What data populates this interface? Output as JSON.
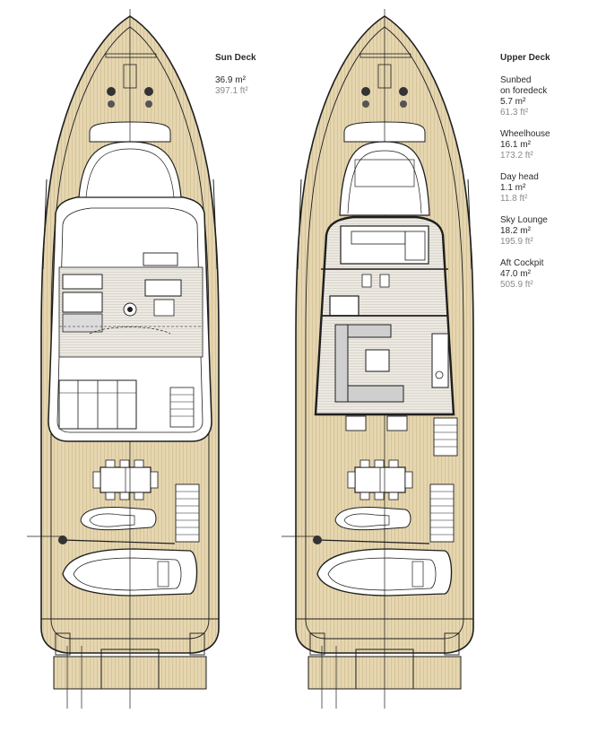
{
  "colors": {
    "deck": "#e5d6b0",
    "line": "#1e1e1e",
    "plank": "#cdb98c"
  },
  "sun_deck": {
    "title": "Sun Deck",
    "total_sqm": "36.9 m²",
    "total_sqft": "397.1 ft²"
  },
  "upper_deck": {
    "title": "Upper Deck",
    "areas": [
      {
        "name": "Sunbed",
        "name2": "on foredeck",
        "sqm": "5.7 m²",
        "sqft": "61.3 ft²"
      },
      {
        "name": "Wheelhouse",
        "sqm": "16.1 m²",
        "sqft": "173.2 ft²"
      },
      {
        "name": "Day head",
        "sqm": "1.1 m²",
        "sqft": "11.8 ft²"
      },
      {
        "name": "Sky Lounge",
        "sqm": "18.2 m²",
        "sqft": "195.9 ft²"
      },
      {
        "name": "Aft Cockpit",
        "sqm": "47.0 m²",
        "sqft": "505.9 ft²"
      }
    ]
  },
  "icons": [
    "hull-outline-icon",
    "tender-boat-icon",
    "jetski-icon",
    "dining-table-icon",
    "anchor-windlass-icon"
  ]
}
